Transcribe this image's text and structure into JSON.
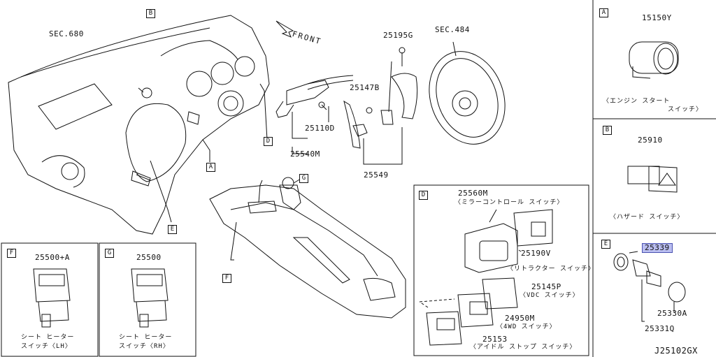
{
  "diagram_id": "J25102GX",
  "front_label": "FRONT",
  "sections": [
    "SEC.680",
    "SEC.484"
  ],
  "main_parts": [
    "25195G",
    "25147B",
    "25110D",
    "25540M",
    "25549"
  ],
  "callouts": [
    "A",
    "B",
    "D",
    "G",
    "E",
    "F"
  ],
  "panel_A": {
    "letter": "A",
    "part": "15150Y",
    "desc1": "〈エンジン  スタート",
    "desc2": "スイッチ〉"
  },
  "panel_B": {
    "letter": "B",
    "part": "25910",
    "desc": "〈ハザード  スイッチ〉"
  },
  "panel_E": {
    "letter": "E",
    "part_highlight": "25339",
    "part2": "25330A",
    "part3": "25331Q"
  },
  "panel_D": {
    "letter": "D",
    "items": [
      {
        "part": "25560M",
        "desc": "〈ミラーコントロール  スイッチ〉"
      },
      {
        "part": "25190V",
        "desc": "〈リトラクター スイッチ〉"
      },
      {
        "part": "25145P",
        "desc": "〈VDC スイッチ〉"
      },
      {
        "part": "24950M",
        "desc": "〈4WD スイッチ〉"
      },
      {
        "part": "25153",
        "desc": "〈アイドル ストップ スイッチ〉"
      }
    ]
  },
  "panel_F": {
    "letter": "F",
    "part": "25500+A",
    "desc1": "シート  ヒーター",
    "desc2": "スイッチ〈LH〉"
  },
  "panel_G": {
    "letter": "G",
    "part": "25500",
    "desc1": "シート  ヒーター",
    "desc2": "スイッチ〈RH〉"
  }
}
